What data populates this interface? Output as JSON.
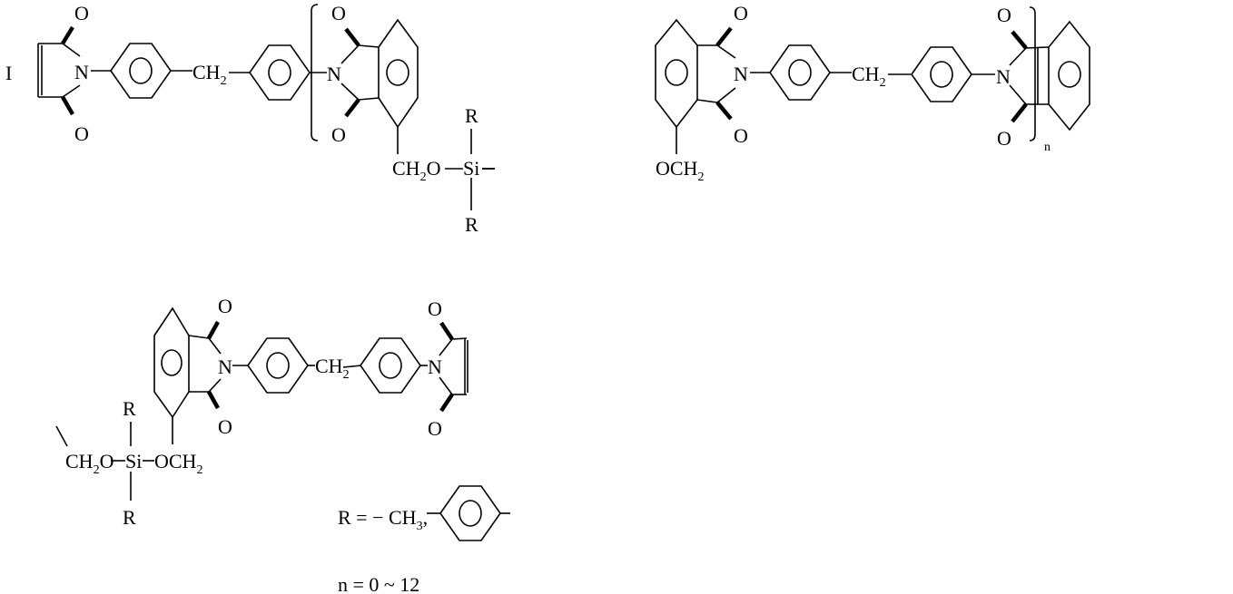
{
  "figure_label": "I",
  "atoms": {
    "O": "O",
    "N": "N",
    "C": "C",
    "CH": "CH",
    "OCH": "OCH",
    "Si": "Si",
    "R": "R",
    "sub2": "2"
  },
  "repeat_subscript": "n",
  "legend": {
    "r_prefix": "R = − CH",
    "r_sub": "3",
    "r_sep": ",",
    "n_range": "n = 0 ~ 12"
  }
}
